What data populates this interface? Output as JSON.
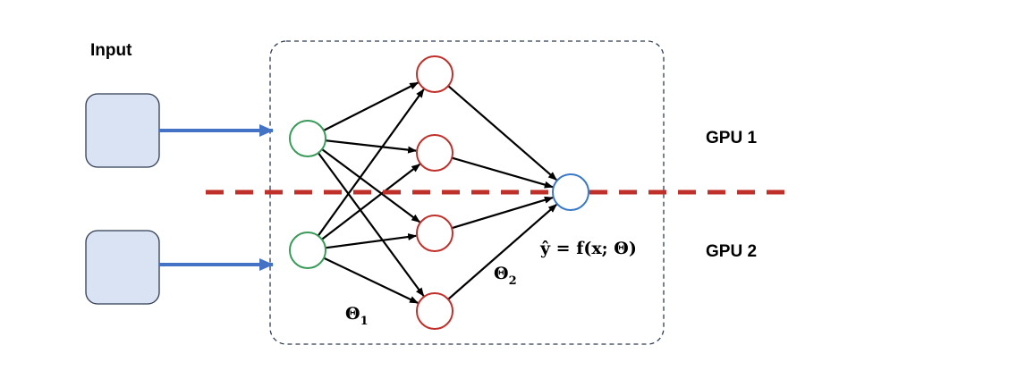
{
  "labels": {
    "input": "Input",
    "gpu1": "GPU 1",
    "gpu2": "GPU 2",
    "theta1_base": "Θ",
    "theta1_sub": "1",
    "theta2_base": "Θ",
    "theta2_sub": "2",
    "formula": "ŷ = f(x; Θ)"
  },
  "colors": {
    "input_box_fill": "#dae3f3",
    "input_box_stroke": "#2f3b52",
    "input_arrow": "#4472c4",
    "input_neuron": "#3a9a5a",
    "hidden_neuron": "#c0302a",
    "output_neuron": "#3a78c8",
    "connection": "#000000",
    "gpu_split_line": "#c0302a",
    "container_border": "#2f3b52"
  },
  "network": {
    "input_neurons": 2,
    "hidden_neurons": 4,
    "output_neurons": 1,
    "input_to_hidden": "fully-connected",
    "hidden_to_output": "fully-connected"
  }
}
